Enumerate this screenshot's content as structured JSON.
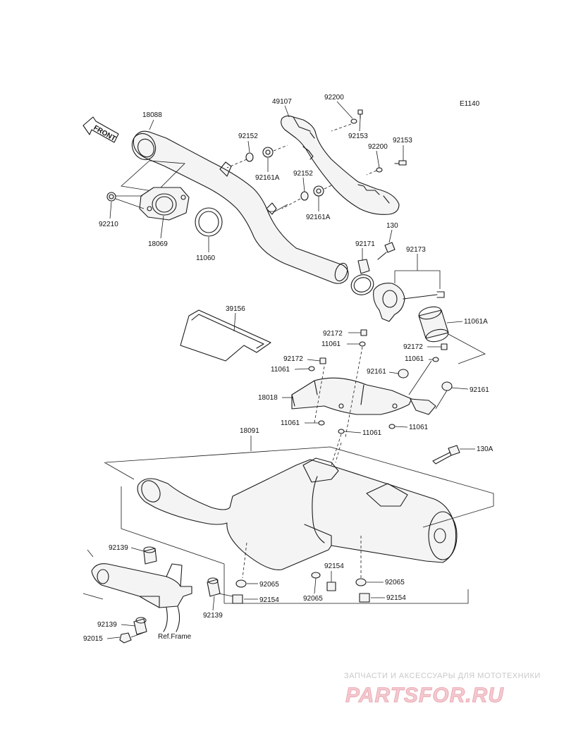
{
  "diagram_code": "E1140",
  "front_label": "FRONT",
  "ref_frame_label": "Ref.Frame",
  "watermark": {
    "tagline": "ЗАПЧАСТИ И АКСЕССУАРЫ ДЛЯ МОТОТЕХНИКИ",
    "brand": "PARTSFOR.RU"
  },
  "parts": {
    "p18088": "18088",
    "p49107": "49107",
    "p92200a": "92200",
    "p92153a": "92153",
    "p92152a": "92152",
    "p92161a_a": "92161A",
    "p92200b": "92200",
    "p92153b": "92153",
    "p92152b": "92152",
    "p92161a_b": "92161A",
    "p92210": "92210",
    "p18069": "18069",
    "p11060": "11060",
    "p130": "130",
    "p92171": "92171",
    "p92173": "92173",
    "p11061a": "11061A",
    "p39156": "39156",
    "p92172a": "92172",
    "p11061b": "11061",
    "p92172b": "92172",
    "p92172c": "92172",
    "p11061c": "11061",
    "p11061d": "11061",
    "p92161c": "92161",
    "p92161d": "92161",
    "p18018": "18018",
    "p11061e": "11061",
    "p11061f": "11061",
    "p11061g": "11061",
    "p18091": "18091",
    "p130a": "130A",
    "p92139a": "92139",
    "p92065a": "92065",
    "p92154a": "92154",
    "p92065b": "92065",
    "p92154b": "92154",
    "p92065c": "92065",
    "p92154c": "92154",
    "p92139b": "92139",
    "p92139c": "92139",
    "p92015": "92015"
  }
}
